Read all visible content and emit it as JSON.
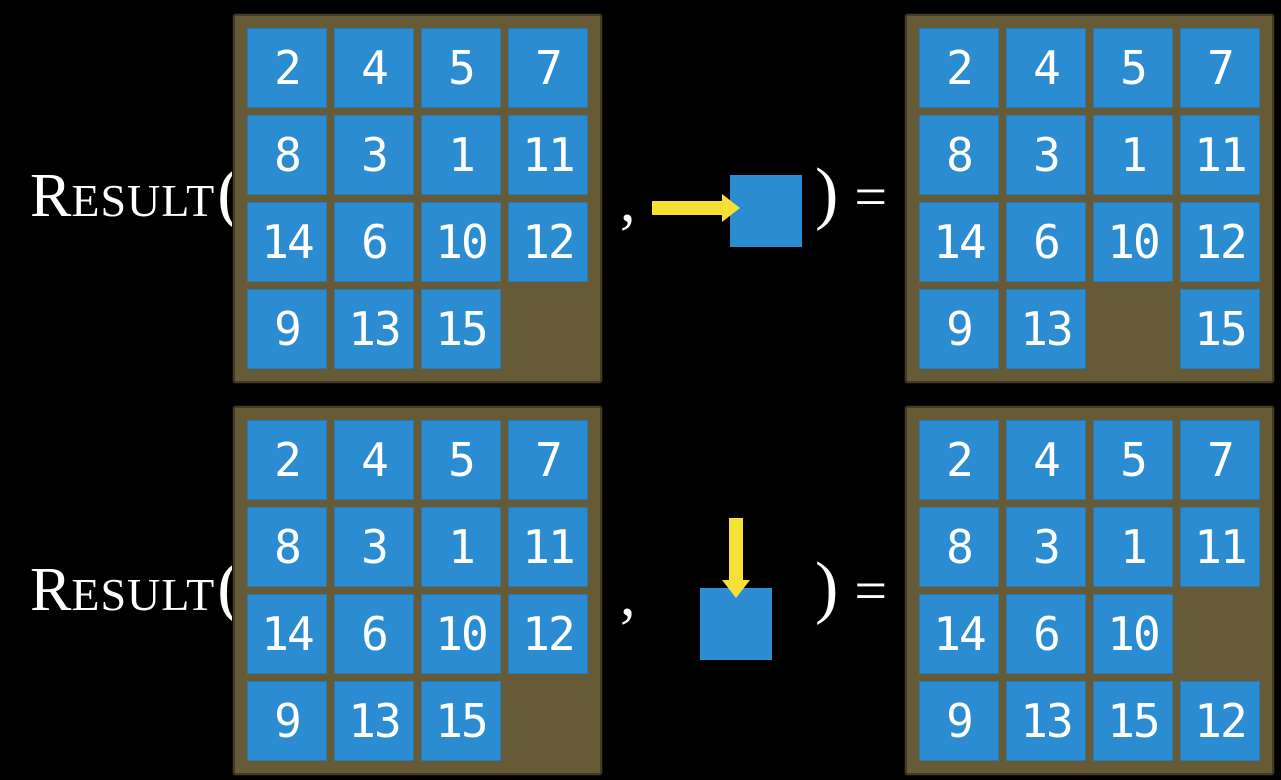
{
  "colors": {
    "background": "#000000",
    "board": "#675a36",
    "tile": "#2b8cd2",
    "arrow": "#f5e135",
    "text": "#ffffff",
    "digit": "#ffffff"
  },
  "function_call": {
    "name_initial": "R",
    "name_rest": "ESULT",
    "open_paren": "(",
    "comma": ",",
    "close_paren": ")",
    "equals_sign": "="
  },
  "rows": [
    {
      "action": "slide-right",
      "arrow_icon": "right-arrow-icon",
      "input_grid": [
        [
          "2",
          "4",
          "5",
          "7"
        ],
        [
          "8",
          "3",
          "1",
          "11"
        ],
        [
          "14",
          "6",
          "10",
          "12"
        ],
        [
          "9",
          "13",
          "15",
          ""
        ]
      ],
      "output_grid": [
        [
          "2",
          "4",
          "5",
          "7"
        ],
        [
          "8",
          "3",
          "1",
          "11"
        ],
        [
          "14",
          "6",
          "10",
          "12"
        ],
        [
          "9",
          "13",
          "",
          "15"
        ]
      ]
    },
    {
      "action": "slide-down",
      "arrow_icon": "down-arrow-icon",
      "input_grid": [
        [
          "2",
          "4",
          "5",
          "7"
        ],
        [
          "8",
          "3",
          "1",
          "11"
        ],
        [
          "14",
          "6",
          "10",
          "12"
        ],
        [
          "9",
          "13",
          "15",
          ""
        ]
      ],
      "output_grid": [
        [
          "2",
          "4",
          "5",
          "7"
        ],
        [
          "8",
          "3",
          "1",
          "11"
        ],
        [
          "14",
          "6",
          "10",
          ""
        ],
        [
          "9",
          "13",
          "15",
          "12"
        ]
      ]
    }
  ]
}
